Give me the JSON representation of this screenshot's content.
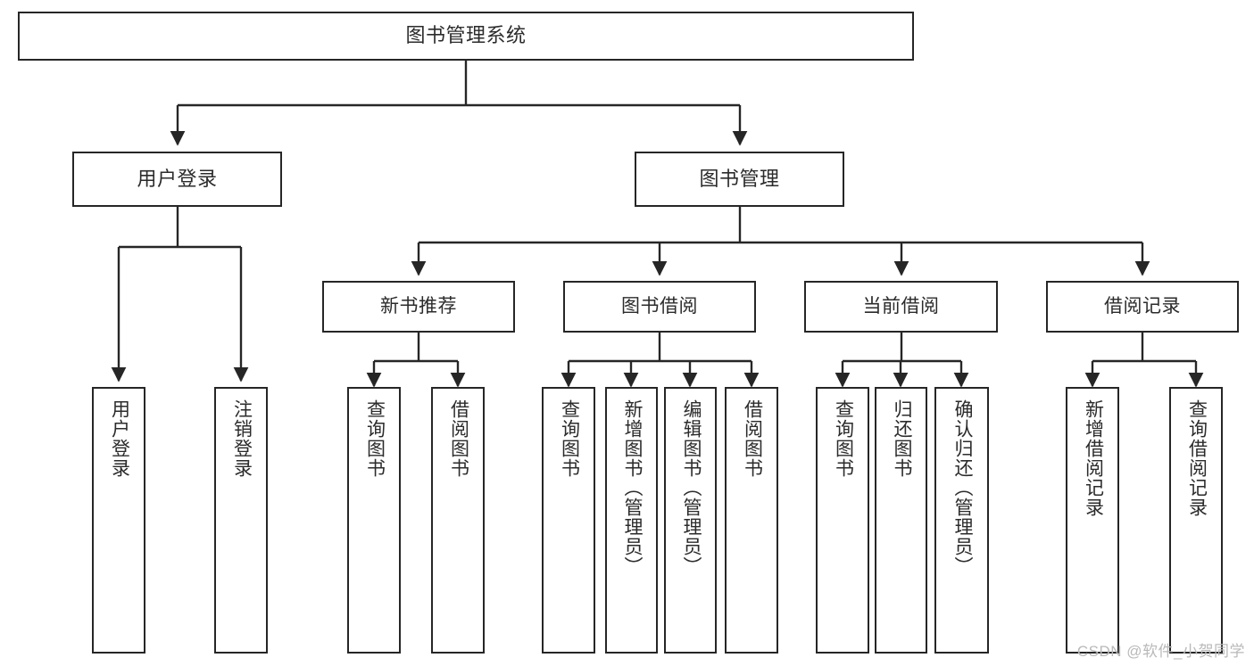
{
  "diagram": {
    "type": "tree-hierarchy",
    "title": "图书管理系统",
    "root": {
      "label": "图书管理系统"
    },
    "level1": [
      {
        "label": "用户登录"
      },
      {
        "label": "图书管理"
      }
    ],
    "level2": [
      {
        "label": "新书推荐"
      },
      {
        "label": "图书借阅"
      },
      {
        "label": "当前借阅"
      },
      {
        "label": "借阅记录"
      }
    ],
    "leaves": {
      "user_login": [
        {
          "label": "用户登录"
        },
        {
          "label": "注销登录"
        }
      ],
      "new_book_recommend": [
        {
          "label": "查询图书"
        },
        {
          "label": "借阅图书"
        }
      ],
      "book_borrow": [
        {
          "label": "查询图书"
        },
        {
          "label": "新增图书（管理员）"
        },
        {
          "label": "编辑图书（管理员）"
        },
        {
          "label": "借阅图书"
        }
      ],
      "current_borrow": [
        {
          "label": "查询图书"
        },
        {
          "label": "归还图书"
        },
        {
          "label": "确认归还（管理员）"
        }
      ],
      "borrow_record": [
        {
          "label": "新增借阅记录"
        },
        {
          "label": "查询借阅记录"
        }
      ]
    }
  },
  "watermark": {
    "text": "CSDN @软件_小贺同学"
  },
  "colors": {
    "stroke": "#262626",
    "text": "#2b2b2b",
    "background": "#ffffff",
    "watermark": "#b9b9b9"
  }
}
